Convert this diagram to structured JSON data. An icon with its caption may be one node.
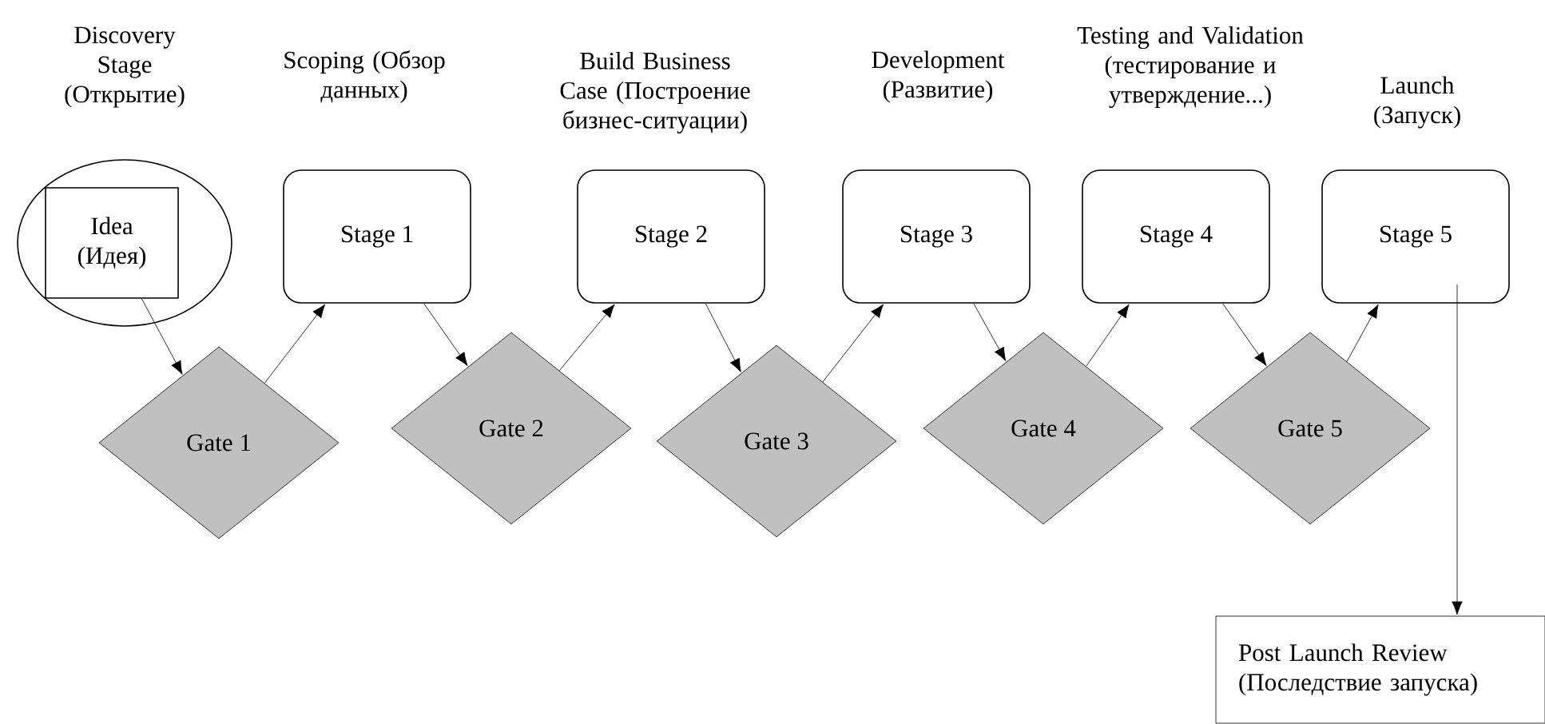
{
  "diagram": {
    "nodes": [
      {
        "text": [
          "Discovery Stage (Открытие)"
        ]
      },
      {
        "text": [
          "Idea (Идея)"
        ],
        "in": 0
      },
      {
        "text": [
          "Scoping (Обзор данных)",
          "Stage 1"
        ]
      },
      {
        "text": [
          "Build Business Case (Построение бизнес-ситуации)",
          "Stage 2"
        ]
      },
      {
        "text": [
          "Development (Развитие)",
          "Stage 3"
        ]
      },
      {
        "text": [
          "Testing and Validation (тестирование и утверждение...)",
          "Stage 4"
        ]
      },
      {
        "text": [
          "Launch (Запуск)",
          "Stage 5"
        ]
      },
      {
        "text": [
          "Gate 1"
        ]
      },
      {
        "text": [
          "Gate 2"
        ]
      },
      {
        "text": [
          "Gate 3"
        ]
      },
      {
        "text": [
          "Gate 4"
        ]
      },
      {
        "text": [
          "Gate 5"
        ]
      },
      {
        "text": [
          "Post Launch Review (Последствие запуска)"
        ]
      }
    ],
    "edges": [
      {
        "from": 1,
        "to": 7,
        "arrow": "to"
      },
      {
        "from": 7,
        "to": 2,
        "arrow": "to"
      },
      {
        "from": 2,
        "to": 8,
        "arrow": "to"
      },
      {
        "from": 8,
        "to": 3,
        "arrow": "to"
      },
      {
        "from": 3,
        "to": 9,
        "arrow": "to"
      },
      {
        "from": 9,
        "to": 4,
        "arrow": "to"
      },
      {
        "from": 4,
        "to": 10,
        "arrow": "to"
      },
      {
        "from": 10,
        "to": 5,
        "arrow": "to"
      },
      {
        "from": 5,
        "to": 11,
        "arrow": "to"
      },
      {
        "from": 11,
        "to": 6,
        "arrow": "to"
      },
      {
        "from": 6,
        "to": 12,
        "arrow": "to"
      }
    ]
  }
}
